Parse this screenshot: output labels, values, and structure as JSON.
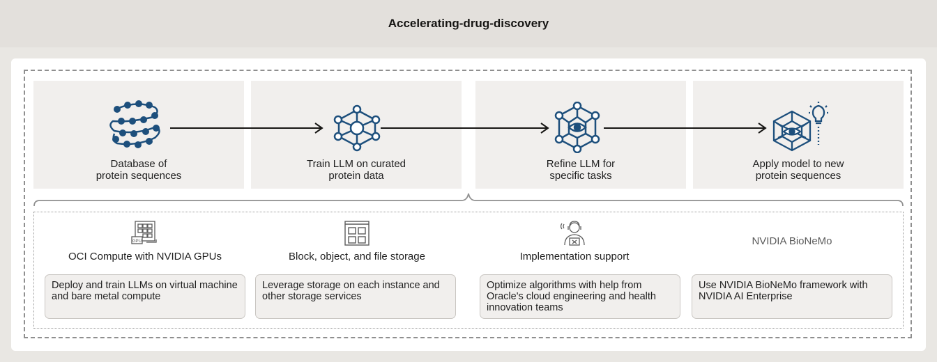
{
  "header": {
    "title": "Accelerating-drug-discovery"
  },
  "flow": {
    "steps": [
      {
        "line1": "Database of",
        "line2": "protein sequences",
        "icon": "protein-chain-icon"
      },
      {
        "line1": "Train LLM on curated",
        "line2": "protein data",
        "icon": "neural-network-icon"
      },
      {
        "line1": "Refine LLM for",
        "line2": "specific tasks",
        "icon": "network-eye-icon"
      },
      {
        "line1": "Apply model to new",
        "line2": "protein sequences",
        "icon": "cube-eye-lightbulb-icon"
      }
    ]
  },
  "services": [
    {
      "title": "OCI Compute with NVIDIA GPUs",
      "icon": "gpu-chip-icon",
      "icon_text": "GPU",
      "description": "Deploy and train LLMs on virtual machine and bare metal compute"
    },
    {
      "title": "Block, object, and file storage",
      "icon": "storage-grid-icon",
      "description": "Leverage storage on each instance and other storage services"
    },
    {
      "title": "Implementation support",
      "icon": "support-person-icon",
      "description": "Optimize algorithms with help from Oracle's cloud engineering and health innovation teams"
    },
    {
      "title": "NVIDIA BioNeMo",
      "description": "Use NVIDIA BioNeMo framework with NVIDIA AI Enterprise"
    }
  ],
  "colors": {
    "accent": "#1d4f7c",
    "background": "#e9e7e3",
    "card": "#f1efed"
  }
}
